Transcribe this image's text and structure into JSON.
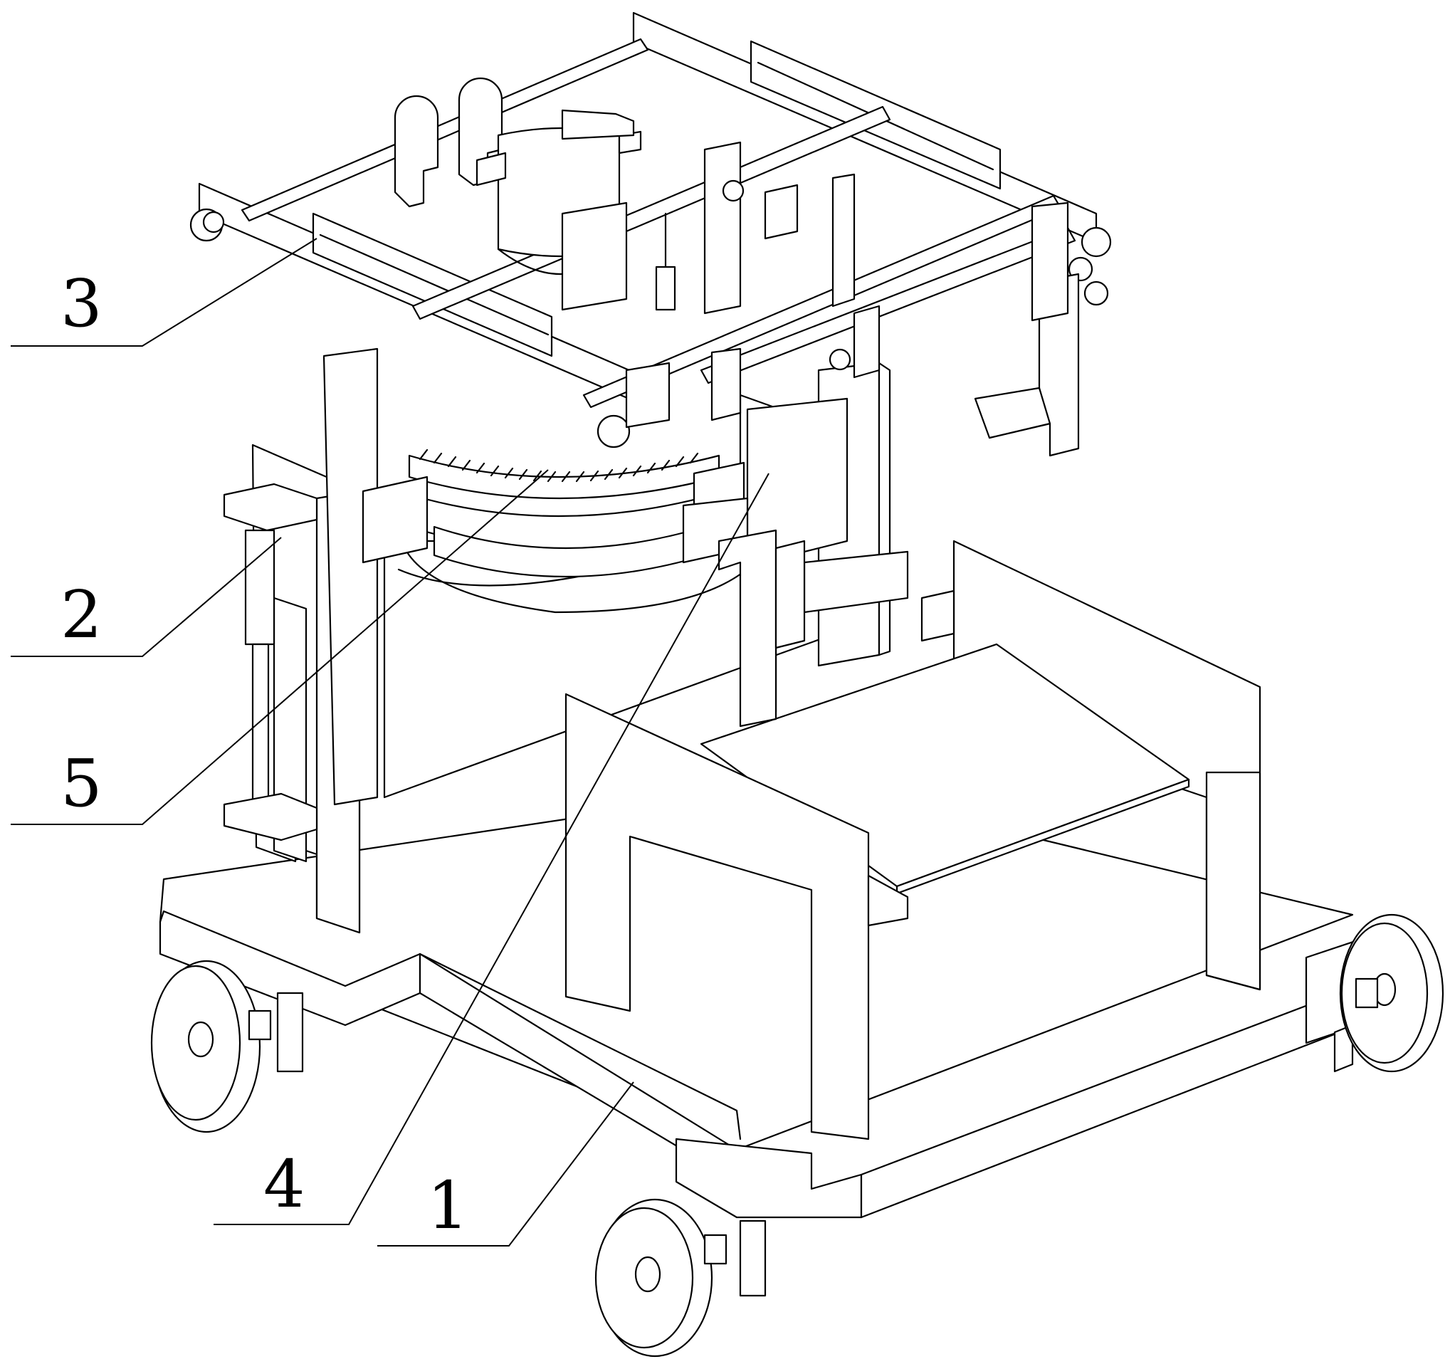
{
  "labels": [
    {
      "id": "base-cart",
      "text": "1"
    },
    {
      "id": "lift-cylinder",
      "text": "2"
    },
    {
      "id": "top-frame",
      "text": "3"
    },
    {
      "id": "clamp-plate",
      "text": "4"
    },
    {
      "id": "arc-rack",
      "text": "5"
    }
  ]
}
